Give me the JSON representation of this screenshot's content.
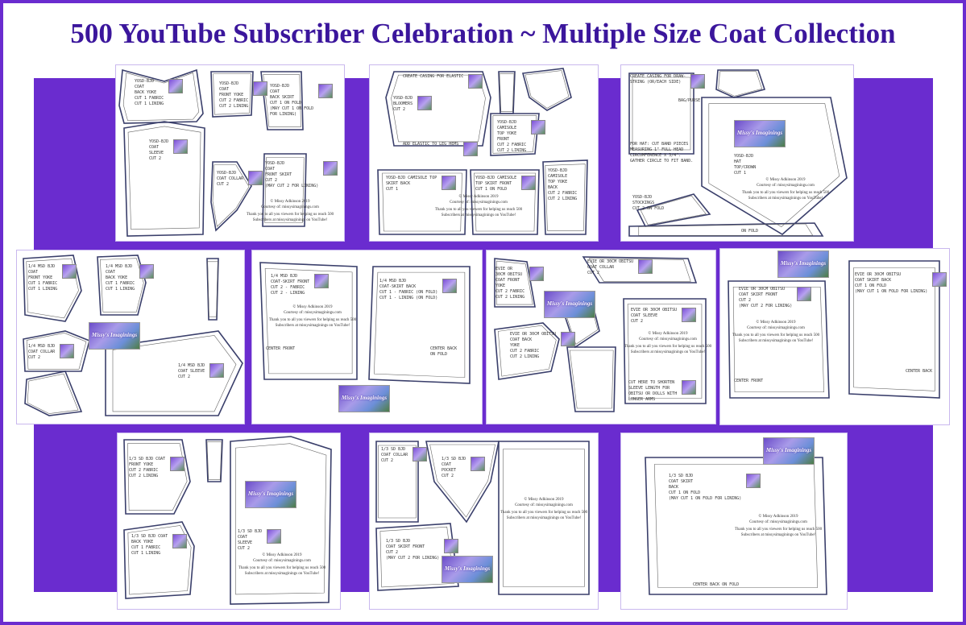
{
  "title": "500 YouTube Subscriber Celebration ~ Multiple Size Coat Collection",
  "logo_text": "Missy's Imaginings",
  "copyright": {
    "line1": "© Missy Adkinson 2019",
    "line2": "Courtesy of: missysimaginings.com",
    "line3": "Thank you to all you viewers for helping us reach 500 Subscribers at missysimaginings on YouTube!"
  },
  "panels": [
    {
      "name": "yosd-bjd-coat",
      "labels": [
        "YOSD-BJD\nCOAT\nBACK YOKE\nCUT 1 FABRIC\nCUT 1 LINING",
        "YOSD-BJD\nCOAT\nFRONT YOKE\nCUT 2 FABRIC\nCUT 2 LINING",
        "YOSD-BJD\nCOAT\nBACK SKIRT\nCUT 1 ON FOLD\n(MAY CUT 1 ON FOLD\nFOR LINING)",
        "YOSD-BJD\nCOAT\nSLEEVE\nCUT 2",
        "YOSD-BJD\nCOAT\nFRONT SKIRT\nCUT 2\n(MAY CUT 2 FOR LINING)",
        "YOSD-BJD\nCOAT COLLAR\nCUT 2"
      ]
    },
    {
      "name": "yosd-bjd-bloomers-camisole",
      "labels": [
        "CREATE CASING FOR ELASTIC",
        "YOSD-BJD\nBLOOMERS\nCUT 2",
        "ADD ELASTIC TO LEG HEMS",
        "YOSD-BJD\nCAMISOLE\nTOP YOKE\nFRONT\nCUT 2 FABRIC\nCUT 2 LINING",
        "YOSD-BJD CAMISOLE TOP\nSKIRT BACK\nCUT 1",
        "YOSD-BJD CAMISOLE\nTOP SKIRT FRONT\nCUT 1 ON FOLD",
        "YOSD-BJD\nCAMISOLE\nTOP YOKE\nBACK\nCUT 2 FABRIC\nCUT 2 LINING"
      ]
    },
    {
      "name": "yosd-bjd-hat-bag",
      "labels": [
        "CREATE CASING FOR DRAW-\nSTRING (OR/EACH SIDE)",
        "BAG/PURSE",
        "FOR HAT: CUT BAND PIECES\nMEASURING 1\" FULL HEAD\nCIRCUMFERENCE X 3/4\".\nGATHER CIRCLE TO FIT BAND.",
        "YOSD-BJD\nHAT\nTOP/CROWN\nCUT 1",
        "YOSD-BJD\nSTOCKINGS\nCUT 2 ON FOLD",
        "ON FOLD"
      ]
    },
    {
      "name": "msd-bjd-coat-yokes",
      "labels": [
        "1/4 MSD BJD\nCOAT\nFRONT YOKE\nCUT 1 FABRIC\nCUT 1 LINING",
        "1/4 MSD BJD\nCOAT\nBACK YOKE\nCUT 1 FABRIC\nCUT 1 LINING",
        "1/4 MSD BJD\nCOAT COLLAR\nCUT 2",
        "1/4 MSD BJD\nCOAT SLEEVE\nCUT 2"
      ]
    },
    {
      "name": "msd-bjd-coat-skirts",
      "labels": [
        "1/4 MSD BJD\nCOAT-SKIRT FRONT\nCUT 2 - FABRIC\nCUT 2 - LINING",
        "1/4 MSD BJD\nCOAT-SKIRT BACK\nCUT 1 - FABRIC (ON FOLD)\nCUT 1 - LINING (ON FOLD)",
        "CENTER FRONT",
        "CENTER BACK\nON FOLD"
      ]
    },
    {
      "name": "evie-30cm-coat-yokes",
      "labels": [
        "EVIE OR\n30CM OBITSU\nCOAT FRONT\nYOKE\nCUT 2 FABRIC\nCUT 2 LINING",
        "EVIE OR 30CM OBITSU\nCOAT COLLAR\nCUT 2",
        "EVIE OR 30CM OBITSU\nCOAT SLEEVE\nCUT 2",
        "EVIE OR 30CM OBITSU\nCOAT BACK\nYOKE\nCUT 2 FABRIC\nCUT 2 LINING",
        "CUT HERE TO SHORTEN\nSLEEVE LENGTH FOR\nOBITSU OR DOLLS WITH\nLONGER ARMS"
      ]
    },
    {
      "name": "evie-30cm-coat-skirts",
      "labels": [
        "EVIE OR 30CM OBITSU\nCOAT SKIRT FRONT\nCUT 2\n(MAY CUT 2 FOR LINING)",
        "EVIE OR 30CM OBITSU\nCOAT SKIRT BACK\nCUT 1 ON FOLD\n(MAY CUT 1 ON FOLD FOR LINING)",
        "CENTER FRONT",
        "CENTER BACK"
      ]
    },
    {
      "name": "sd-bjd-coat-yokes",
      "labels": [
        "1/3 SD BJD COAT\nFRONT YOKE\nCUT 2 FABRIC\nCUT 2 LINING",
        "1/3 SD BJD COAT\nBACK YOKE\nCUT 1 FABRIC\nCUT 1 LINING",
        "1/3 SD BJD\nCOAT\nSLEEVE\nCUT 2"
      ]
    },
    {
      "name": "sd-bjd-coat-collar-pocket",
      "labels": [
        "1/3 SD BJD\nCOAT COLLAR\nCUT 2",
        "1/3 SD BJD\nCOAT\nPOCKET\nCUT 2",
        "1/3 SD BJD\nCOAT SKIRT FRONT\nCUT 2\n(MAY CUT 2 FOR LINING)"
      ]
    },
    {
      "name": "sd-bjd-coat-skirt-back",
      "labels": [
        "1/3 SD BJD\nCOAT SKIRT\nBACK\nCUT 1 ON FOLD\n(MAY CUT 1 ON FOLD FOR LINING)",
        "CENTER BACK ON FOLD"
      ]
    }
  ],
  "colors": {
    "accent": "#6a2ccf",
    "title": "#3b169c",
    "outline": "#3a3f6b"
  }
}
